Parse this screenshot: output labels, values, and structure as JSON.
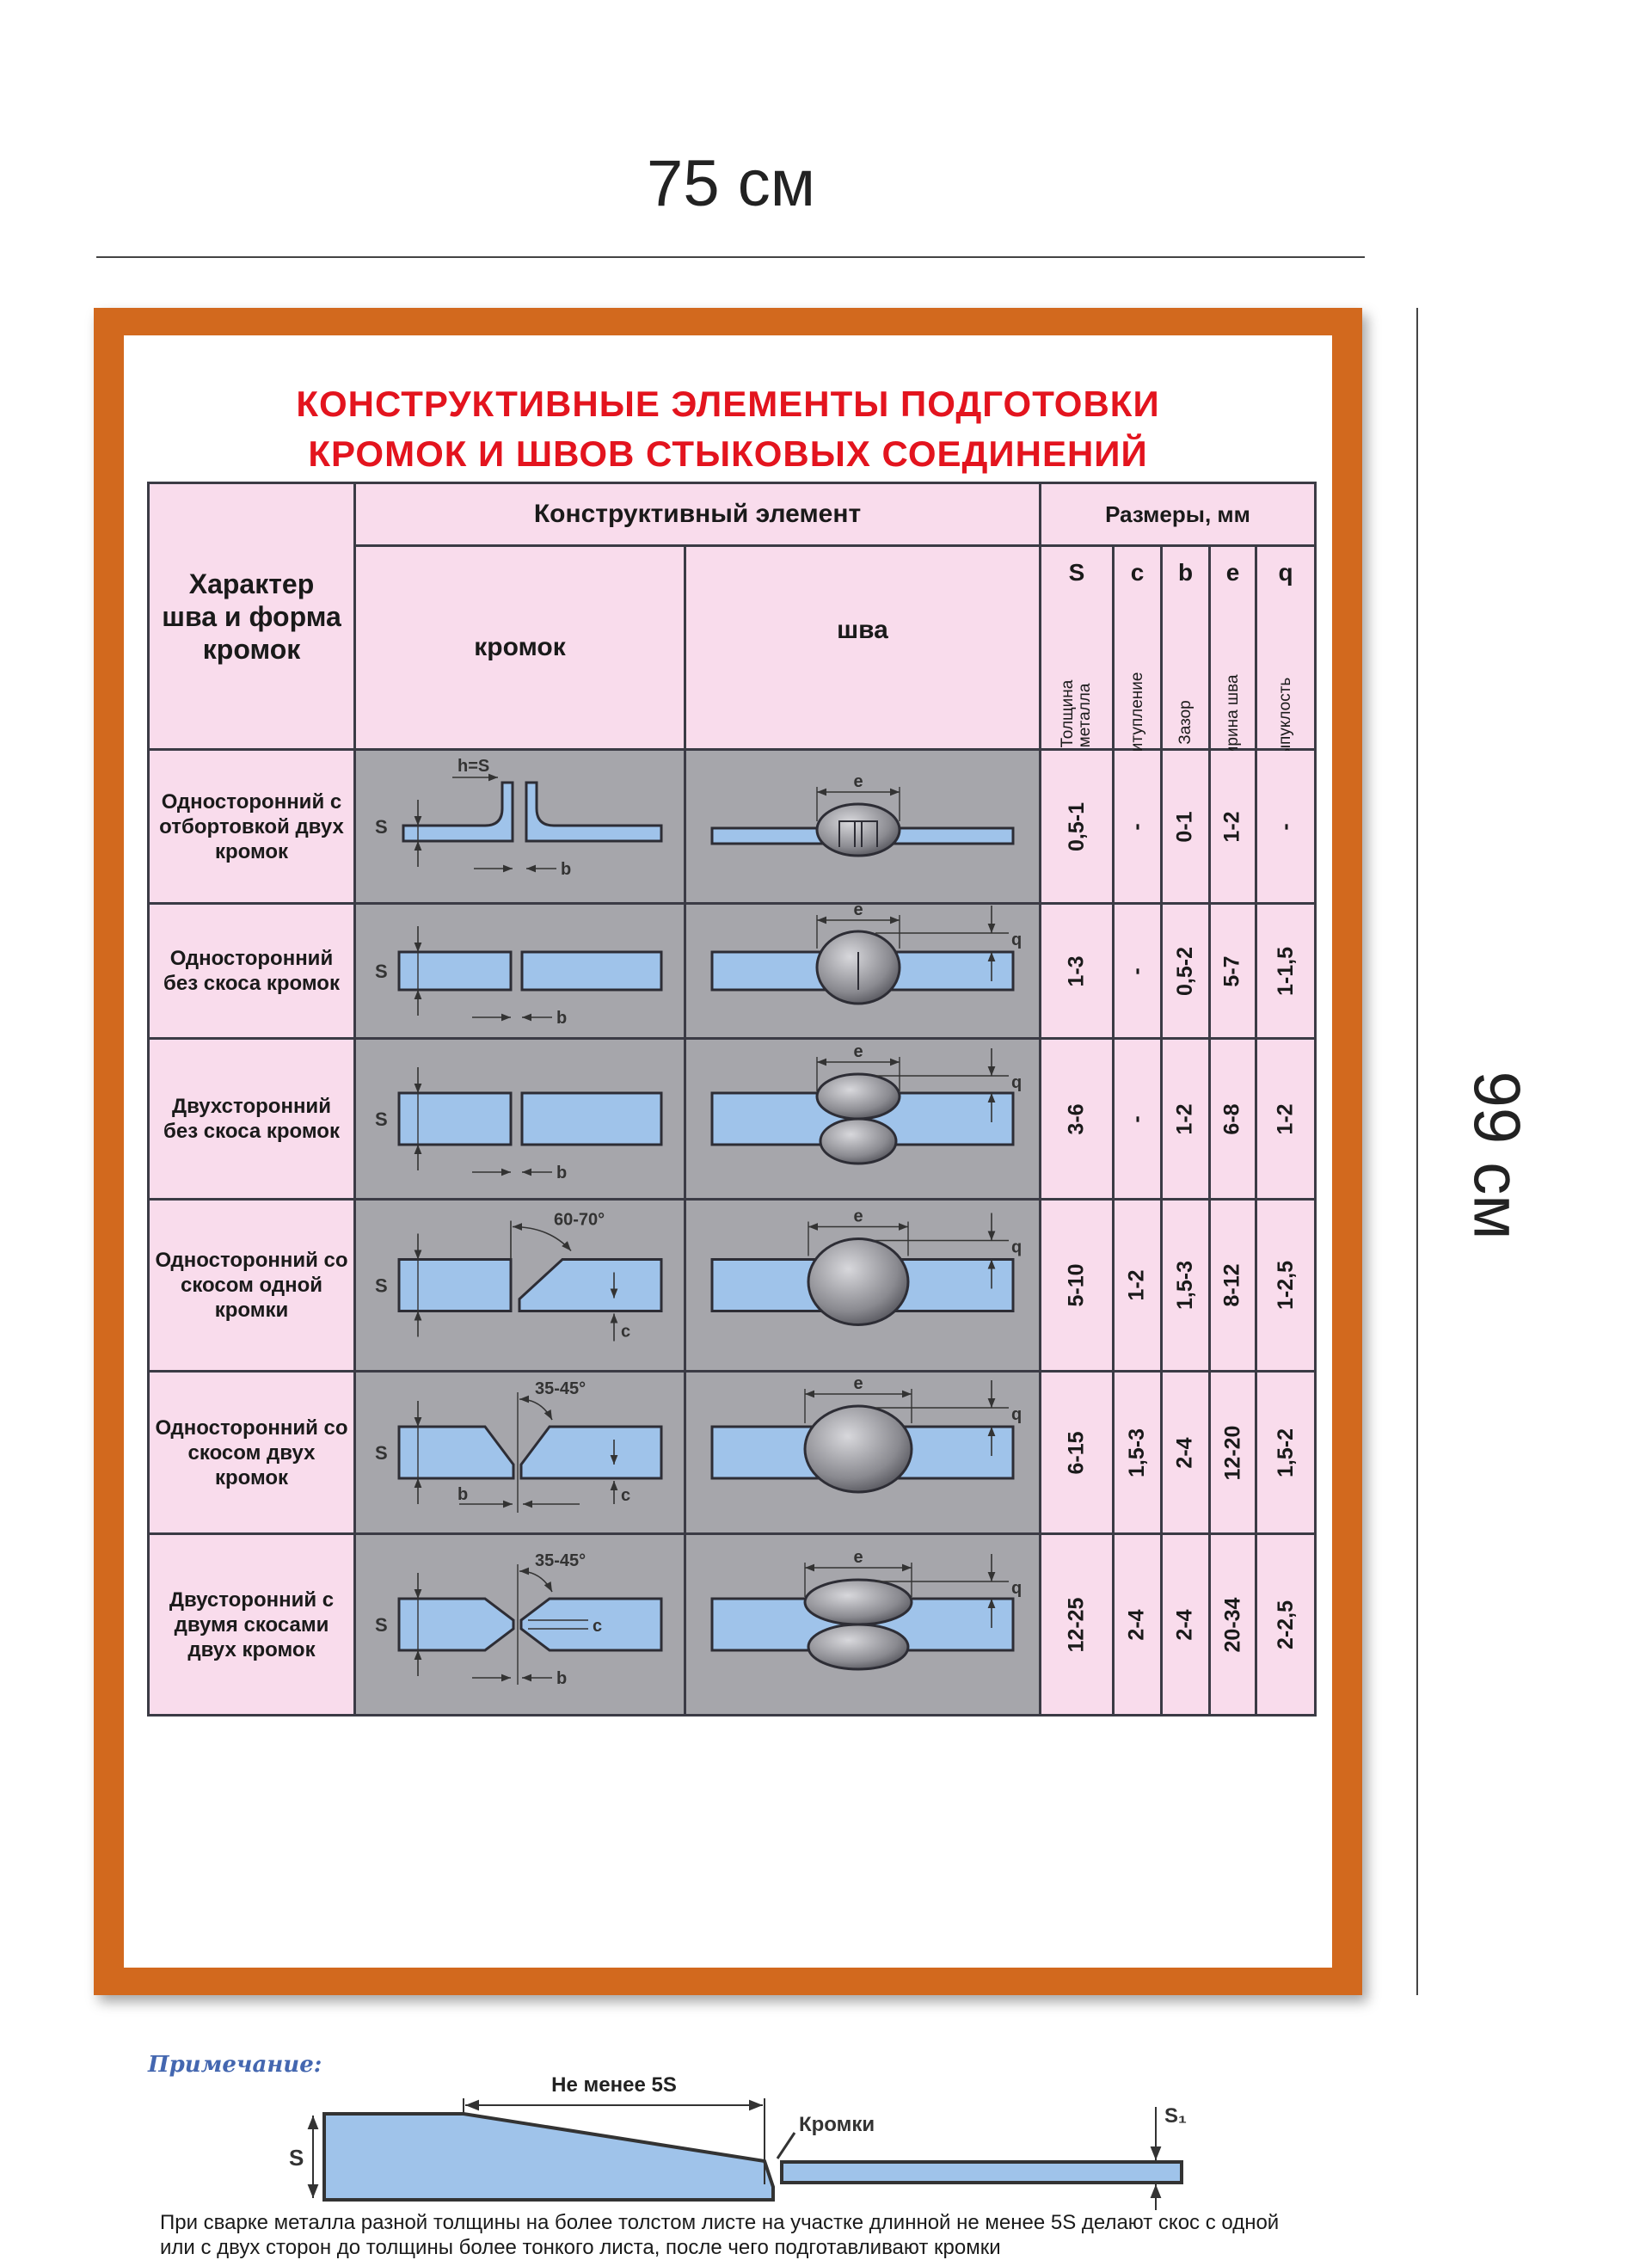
{
  "dimensions": {
    "width_label": "75 см",
    "height_label": "99 см"
  },
  "title": {
    "line1": "КОНСТРУКТИВНЫЕ ЭЛЕМЕНТЫ ПОДГОТОВКИ",
    "line2": "КРОМОК И ШВОВ СТЫКОВЫХ СОЕДИНЕНИЙ"
  },
  "table": {
    "header": {
      "character": "Характер шва и форма кромок",
      "element": "Конструктивный элемент",
      "sizes": "Размеры, мм",
      "kromok": "кромок",
      "shva": "шва",
      "params": [
        {
          "letter": "S",
          "label1": "Толщина",
          "label2": "металла"
        },
        {
          "letter": "c",
          "label1": "Притупление",
          "label2": ""
        },
        {
          "letter": "b",
          "label1": "Зазор",
          "label2": ""
        },
        {
          "letter": "e",
          "label1": "Ширина шва",
          "label2": ""
        },
        {
          "letter": "q",
          "label1": "Выпуклость",
          "label2": ""
        }
      ]
    },
    "rows": [
      {
        "label": "Односторонний с отбортовкой двух кромок",
        "values": [
          "0,5-1",
          "-",
          "0-1",
          "1-2",
          "-"
        ],
        "joint": "flanged",
        "kromok_labels": {
          "s": "S",
          "b": "b",
          "extra": "h=S"
        },
        "shva_labels": {
          "e": "e",
          "q": ""
        }
      },
      {
        "label": "Односторонний без скоса кромок",
        "values": [
          "1-3",
          "-",
          "0,5-2",
          "5-7",
          "1-1,5"
        ],
        "joint": "square",
        "kromok_labels": {
          "s": "S",
          "b": "b",
          "extra": ""
        },
        "shva_labels": {
          "e": "e",
          "q": "q"
        }
      },
      {
        "label": "Двухсторонний без скоса кромок",
        "values": [
          "3-6",
          "-",
          "1-2",
          "6-8",
          "1-2"
        ],
        "joint": "square2",
        "kromok_labels": {
          "s": "S",
          "b": "b",
          "extra": ""
        },
        "shva_labels": {
          "e": "e",
          "q": "q"
        }
      },
      {
        "label": "Односторонний со скосом одной кромки",
        "values": [
          "5-10",
          "1-2",
          "1,5-3",
          "8-12",
          "1-2,5"
        ],
        "joint": "bevel",
        "kromok_labels": {
          "s": "S",
          "c": "c",
          "extra": "60-70°"
        },
        "shva_labels": {
          "e": "e",
          "q": "q"
        }
      },
      {
        "label": "Односторонний со скосом двух кромок",
        "values": [
          "6-15",
          "1,5-3",
          "2-4",
          "12-20",
          "1,5-2"
        ],
        "joint": "v",
        "kromok_labels": {
          "s": "S",
          "b": "b",
          "c": "c",
          "extra": "35-45°"
        },
        "shva_labels": {
          "e": "e",
          "q": "q"
        }
      },
      {
        "label": "Двусторонний с двумя скосами двух кромок",
        "values": [
          "12-25",
          "2-4",
          "2-4",
          "20-34",
          "2-2,5"
        ],
        "joint": "x",
        "kromok_labels": {
          "s": "S",
          "b": "b",
          "c": "c",
          "extra": "35-45°"
        },
        "shva_labels": {
          "e": "e",
          "q": "q"
        }
      }
    ]
  },
  "note": {
    "title": "Примечание:",
    "min_length": "Не менее  5S",
    "edges": "Кромки",
    "s": "S",
    "s1": "S₁",
    "text": "При сварке металла разной толщины на более толстом листе на участке длинной не менее 5S делают скос с одной или с двух сторон до толщины более тонкого листа, после чего подготавливают кромки"
  },
  "colors": {
    "board": "#d2691e",
    "title": "#e3141e",
    "pink": "#f9dcec",
    "plate": "#9fc3ea",
    "note_title": "#4467b0"
  }
}
